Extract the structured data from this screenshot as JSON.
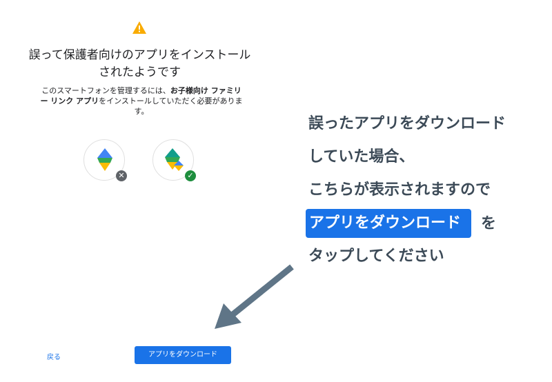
{
  "dialog": {
    "title": "誤って保護者向けのアプリをインストールされたようです",
    "desc_pre": "このスマートフォンを管理するには、",
    "desc_bold": "お子様向け ファミリー リンク アプリ",
    "desc_post": "をインストールしていただく必要があります。",
    "back_label": "戻る",
    "download_label": "アプリをダウンロード",
    "icons": [
      "parent-app-icon",
      "child-app-icon"
    ]
  },
  "callout": {
    "line1": "誤ったアプリをダウンロード",
    "line2": "していた場合、",
    "line3": "こちらが表示されますので",
    "highlight": "アプリをダウンロード",
    "line4_suffix": "を",
    "line5": "タップしてください"
  },
  "colors": {
    "accent": "#1a73e8",
    "warning": "#f9ab00",
    "arrow": "#5f7587"
  }
}
